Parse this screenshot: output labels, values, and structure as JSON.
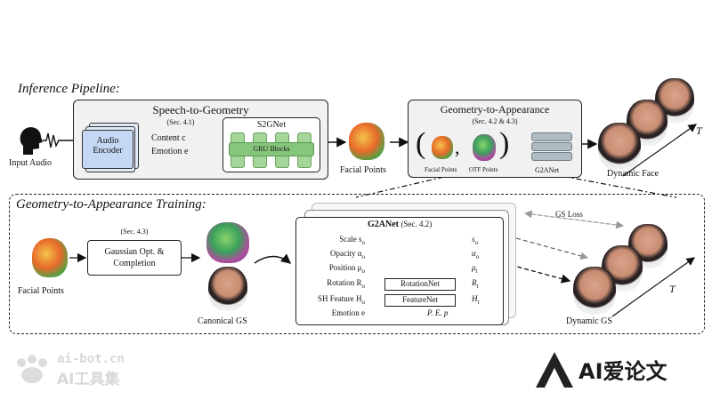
{
  "inference": {
    "title": "Inference Pipeline:",
    "input_audio_label": "Input Audio",
    "s2g": {
      "title": "Speech-to-Geometry",
      "sec": "(Sec. 4.1)",
      "audio_encoder": "Audio Encoder",
      "content": "Content c",
      "emotion": "Emotion e",
      "s2gnet": "S2GNet",
      "gru": "GRU Blocks"
    },
    "facial_points_label": "Facial Points",
    "g2a": {
      "title": "Geometry-to-Appearance",
      "sec": "(Sec. 4.2 & 4.3)",
      "facial_points": "Facial Points",
      "otf_points": "OTF Points",
      "g2anet": "G2ANet"
    },
    "dynamic_face_label": "Dynamic Face",
    "t_label": "T"
  },
  "training": {
    "title": "Geometry-to-Appearance Training:",
    "facial_points_label": "Facial Points",
    "gaussian_sec": "(Sec. 4.3)",
    "gaussian_box": "Gaussian Opt. & Completion",
    "canonical_gs": "Canonical GS",
    "g2anet_title": "G2ANet",
    "g2anet_sec": "(Sec. 4.2)",
    "rows": [
      {
        "left": "Scale s",
        "sub": "o",
        "right": "s",
        "rsub": "o"
      },
      {
        "left": "Opacity α",
        "sub": "o",
        "right": "α",
        "rsub": "o"
      },
      {
        "left": "Position μ",
        "sub": "o",
        "right": "μ",
        "rsub": "t"
      },
      {
        "left": "Rotation R",
        "sub": "o",
        "right": "R",
        "rsub": "t"
      },
      {
        "left": "SH Feature H",
        "sub": "o",
        "right": "H",
        "rsub": "t"
      },
      {
        "left": "Emotion e",
        "sub": "",
        "right": "P. E. p",
        "rsub": ""
      }
    ],
    "rotationnet": "RotationNet",
    "featurenet": "FeatureNet",
    "gs_loss": "GS Loss",
    "dynamic_gs": "Dynamic GS",
    "t_label": "T"
  },
  "watermark": {
    "left_top": "ai-bot.cn",
    "left_bottom": "AI工具集",
    "right": "AI爱论文"
  }
}
